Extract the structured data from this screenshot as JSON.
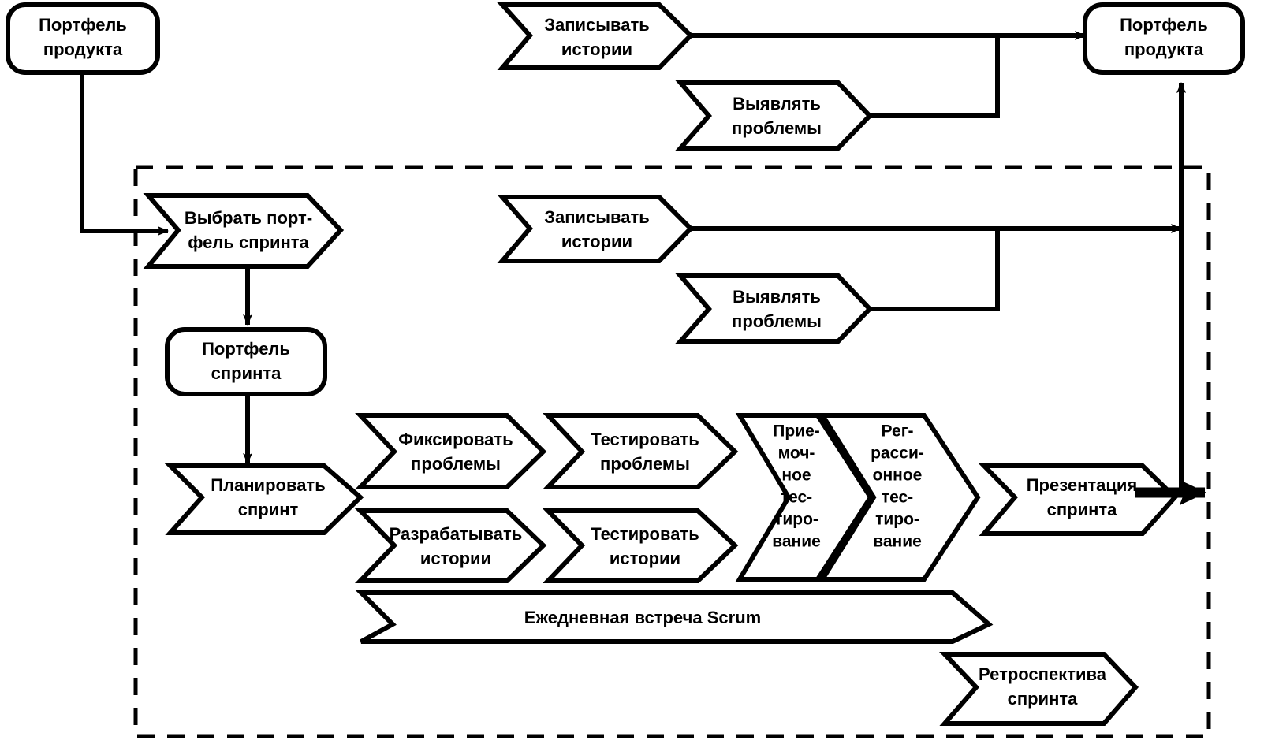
{
  "diagram": {
    "title_text_language": "ru",
    "stroke_color": "#000000",
    "fill_color": "#ffffff",
    "boundary": {
      "style": "dashed",
      "name": "sprint-boundary"
    },
    "stores": [
      {
        "id": "product-backlog-left",
        "label_line1": "Портфель",
        "label_line2": "продукта"
      },
      {
        "id": "product-backlog-right",
        "label_line1": "Портфель",
        "label_line2": "продукта"
      },
      {
        "id": "sprint-backlog",
        "label_line1": "Портфель",
        "label_line2": "спринта"
      }
    ],
    "outer_activities": [
      {
        "id": "write-stories-outer",
        "label_line1": "Записывать",
        "label_line2": "истории"
      },
      {
        "id": "find-problems-outer",
        "label_line1": "Выявлять",
        "label_line2": "проблемы"
      }
    ],
    "sprint_activities": [
      {
        "id": "choose-sprint-backlog",
        "label_line1": "Выбрать порт-",
        "label_line2": "фель спринта"
      },
      {
        "id": "write-stories-inner",
        "label_line1": "Записывать",
        "label_line2": "истории"
      },
      {
        "id": "find-problems-inner",
        "label_line1": "Выявлять",
        "label_line2": "проблемы"
      },
      {
        "id": "plan-sprint",
        "label_line1": "Планировать",
        "label_line2": "спринт"
      },
      {
        "id": "fix-problems",
        "label_line1": "Фиксировать",
        "label_line2": "проблемы"
      },
      {
        "id": "test-problems",
        "label_line1": "Тестировать",
        "label_line2": "проблемы"
      },
      {
        "id": "develop-stories",
        "label_line1": "Разрабатывать",
        "label_line2": "истории"
      },
      {
        "id": "test-stories",
        "label_line1": "Тестировать",
        "label_line2": "истории"
      },
      {
        "id": "acceptance-testing",
        "lines": [
          "Прие-",
          "моч-",
          "ное",
          "тес-",
          "тиро-",
          "вание"
        ]
      },
      {
        "id": "regression-testing",
        "lines": [
          "Рег-",
          "расси-",
          "онное",
          "тес-",
          "тиро-",
          "вание"
        ]
      },
      {
        "id": "sprint-presentation",
        "label_line1": "Презентация",
        "label_line2": "спринта"
      },
      {
        "id": "daily-scrum",
        "label": "Ежедневная встреча Scrum"
      },
      {
        "id": "sprint-retrospective",
        "label_line1": "Ретроспектива",
        "label_line2": "спринта"
      }
    ]
  }
}
